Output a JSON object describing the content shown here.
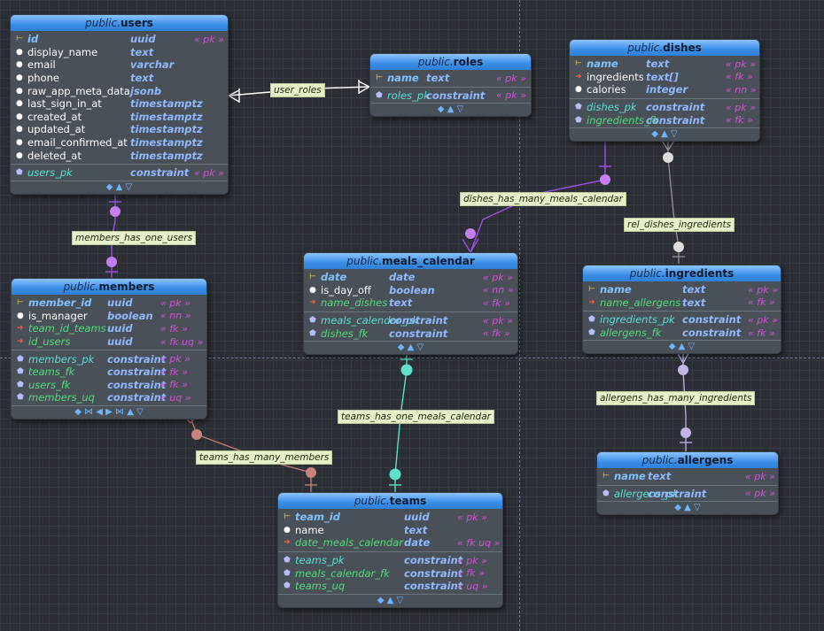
{
  "colors": {
    "header_grad_top": "#8cc4ff",
    "header_grad_bottom": "#2f7fd6",
    "pk_name": "#7ec2ff",
    "type": "#8fb8ff",
    "flag": "#d44fd8",
    "fk": "#4fdc79",
    "constraint": "#53e0d6",
    "label_bg": "#e5f0c8",
    "link_white": "#ffffff",
    "link_purple": "#a14ee6",
    "link_teal": "#5fe0c8",
    "link_lavender": "#b9a8e6",
    "link_salmon": "#c07a74",
    "link_gray": "#9a9a9a"
  },
  "tables": {
    "users": {
      "schema": "public.",
      "name": "users",
      "columns": [
        {
          "icon": "key-icon",
          "name": "id",
          "type": "uuid",
          "flag": "« pk »",
          "kind": "pk"
        },
        {
          "icon": "dot-icon",
          "name": "display_name",
          "type": "text",
          "flag": "",
          "kind": "col"
        },
        {
          "icon": "dot-icon",
          "name": "email",
          "type": "varchar",
          "flag": "",
          "kind": "col"
        },
        {
          "icon": "dot-icon",
          "name": "phone",
          "type": "text",
          "flag": "",
          "kind": "col"
        },
        {
          "icon": "dot-icon",
          "name": "raw_app_meta_data",
          "type": "jsonb",
          "flag": "",
          "kind": "col"
        },
        {
          "icon": "dot-icon",
          "name": "last_sign_in_at",
          "type": "timestamptz",
          "flag": "",
          "kind": "col"
        },
        {
          "icon": "dot-icon",
          "name": "created_at",
          "type": "timestamptz",
          "flag": "",
          "kind": "col"
        },
        {
          "icon": "dot-icon",
          "name": "updated_at",
          "type": "timestamptz",
          "flag": "",
          "kind": "col"
        },
        {
          "icon": "dot-icon",
          "name": "email_confirmed_at",
          "type": "timestamptz",
          "flag": "",
          "kind": "col"
        },
        {
          "icon": "dot-icon",
          "name": "deleted_at",
          "type": "timestamptz",
          "flag": "",
          "kind": "col"
        }
      ],
      "constraints": [
        {
          "icon": "constraint-icon",
          "name": "users_pk",
          "type": "constraint",
          "flag": "« pk »"
        }
      ],
      "footer": "◆ ▲ ▽"
    },
    "roles": {
      "schema": "public.",
      "name": "roles",
      "columns": [
        {
          "icon": "key-icon",
          "name": "name",
          "type": "text",
          "flag": "« pk »",
          "kind": "pk"
        }
      ],
      "constraints": [
        {
          "icon": "constraint-icon",
          "name": "roles_pk",
          "type": "constraint",
          "flag": "« pk »"
        }
      ],
      "footer": "◆ ▲ ▽"
    },
    "dishes": {
      "schema": "public.",
      "name": "dishes",
      "columns": [
        {
          "icon": "key-icon",
          "name": "name",
          "type": "text",
          "flag": "« pk »",
          "kind": "pk"
        },
        {
          "icon": "arrow-icon",
          "name": "ingredients",
          "type": "text[]",
          "flag": "« fk »",
          "kind": "col"
        },
        {
          "icon": "dot-icon",
          "name": "calories",
          "type": "integer",
          "flag": "« nn »",
          "kind": "col"
        }
      ],
      "constraints": [
        {
          "icon": "constraint-icon",
          "name": "dishes_pk",
          "type": "constraint",
          "flag": "« pk »"
        },
        {
          "icon": "constraint-icon",
          "name": "ingredients_fk",
          "type": "constraint",
          "flag": "« fk »"
        }
      ],
      "footer": "◆ ▲ ▽"
    },
    "members": {
      "schema": "public.",
      "name": "members",
      "columns": [
        {
          "icon": "key-icon",
          "name": "member_id",
          "type": "uuid",
          "flag": "« pk »",
          "kind": "pk"
        },
        {
          "icon": "dot-icon",
          "name": "is_manager",
          "type": "boolean",
          "flag": "« nn »",
          "kind": "col"
        },
        {
          "icon": "arrow-icon",
          "name": "team_id_teams",
          "type": "uuid",
          "flag": "« fk »",
          "kind": "fk"
        },
        {
          "icon": "arrow-icon",
          "name": "id_users",
          "type": "uuid",
          "flag": "« fk uq »",
          "kind": "fk"
        }
      ],
      "constraints": [
        {
          "icon": "constraint-icon",
          "name": "members_pk",
          "type": "constraint",
          "flag": "« pk »"
        },
        {
          "icon": "constraint-icon",
          "name": "teams_fk",
          "type": "constraint",
          "flag": "« fk »"
        },
        {
          "icon": "constraint-icon",
          "name": "users_fk",
          "type": "constraint",
          "flag": "« fk »"
        },
        {
          "icon": "constraint-icon",
          "name": "members_uq",
          "type": "constraint",
          "flag": "« uq »"
        }
      ],
      "footer": "◆ ⋈ ◀ ▶ ⋈ ▲ ▽"
    },
    "meals_calendar": {
      "schema": "public.",
      "name": "meals_calendar",
      "columns": [
        {
          "icon": "key-icon",
          "name": "date",
          "type": "date",
          "flag": "« pk »",
          "kind": "pk"
        },
        {
          "icon": "dot-icon",
          "name": "is_day_off",
          "type": "boolean",
          "flag": "« nn »",
          "kind": "col"
        },
        {
          "icon": "arrow-icon",
          "name": "name_dishes",
          "type": "text",
          "flag": "« fk »",
          "kind": "fk"
        }
      ],
      "constraints": [
        {
          "icon": "constraint-icon",
          "name": "meals_calendar_pk",
          "type": "constraint",
          "flag": "« pk »"
        },
        {
          "icon": "constraint-icon",
          "name": "dishes_fk",
          "type": "constraint",
          "flag": "« fk »"
        }
      ],
      "footer": "◆ ▲ ▽"
    },
    "ingredients": {
      "schema": "public.",
      "name": "ingredients",
      "columns": [
        {
          "icon": "key-icon",
          "name": "name",
          "type": "text",
          "flag": "« pk »",
          "kind": "pk"
        },
        {
          "icon": "arrow-icon",
          "name": "name_allergens",
          "type": "text",
          "flag": "« fk »",
          "kind": "fk"
        }
      ],
      "constraints": [
        {
          "icon": "constraint-icon",
          "name": "ingredients_pk",
          "type": "constraint",
          "flag": "« pk »"
        },
        {
          "icon": "constraint-icon",
          "name": "allergens_fk",
          "type": "constraint",
          "flag": "« fk »"
        }
      ],
      "footer": "◆ ▲ ▽"
    },
    "allergens": {
      "schema": "public.",
      "name": "allergens",
      "columns": [
        {
          "icon": "key-icon",
          "name": "name",
          "type": "text",
          "flag": "« pk »",
          "kind": "pk"
        }
      ],
      "constraints": [
        {
          "icon": "constraint-icon",
          "name": "allergens_pk",
          "type": "constraint",
          "flag": "« pk »"
        }
      ],
      "footer": "◆ ▲ ▽"
    },
    "teams": {
      "schema": "public.",
      "name": "teams",
      "columns": [
        {
          "icon": "key-icon",
          "name": "team_id",
          "type": "uuid",
          "flag": "« pk »",
          "kind": "pk"
        },
        {
          "icon": "dot-icon",
          "name": "name",
          "type": "text",
          "flag": "",
          "kind": "col"
        },
        {
          "icon": "arrow-icon",
          "name": "date_meals_calendar",
          "type": "date",
          "flag": "« fk uq »",
          "kind": "fk"
        }
      ],
      "constraints": [
        {
          "icon": "constraint-icon",
          "name": "teams_pk",
          "type": "constraint",
          "flag": "« pk »"
        },
        {
          "icon": "constraint-icon",
          "name": "meals_calendar_fk",
          "type": "constraint",
          "flag": "« fk »"
        },
        {
          "icon": "constraint-icon",
          "name": "teams_uq",
          "type": "constraint",
          "flag": "« uq »"
        }
      ],
      "footer": "◆ ▲ ▽"
    }
  },
  "relationships": {
    "user_roles": "user_roles",
    "members_has_one_users": "members_has_one_users",
    "dishes_has_many_meals_calendar": "dishes_has_many_meals_calendar",
    "rel_dishes_ingredients": "rel_dishes_ingredients",
    "teams_has_one_meals_calendar": "teams_has_one_meals_calendar",
    "allergens_has_many_ingredients": "allergens_has_many_ingredients",
    "teams_has_many_members": "teams_has_many_members"
  }
}
